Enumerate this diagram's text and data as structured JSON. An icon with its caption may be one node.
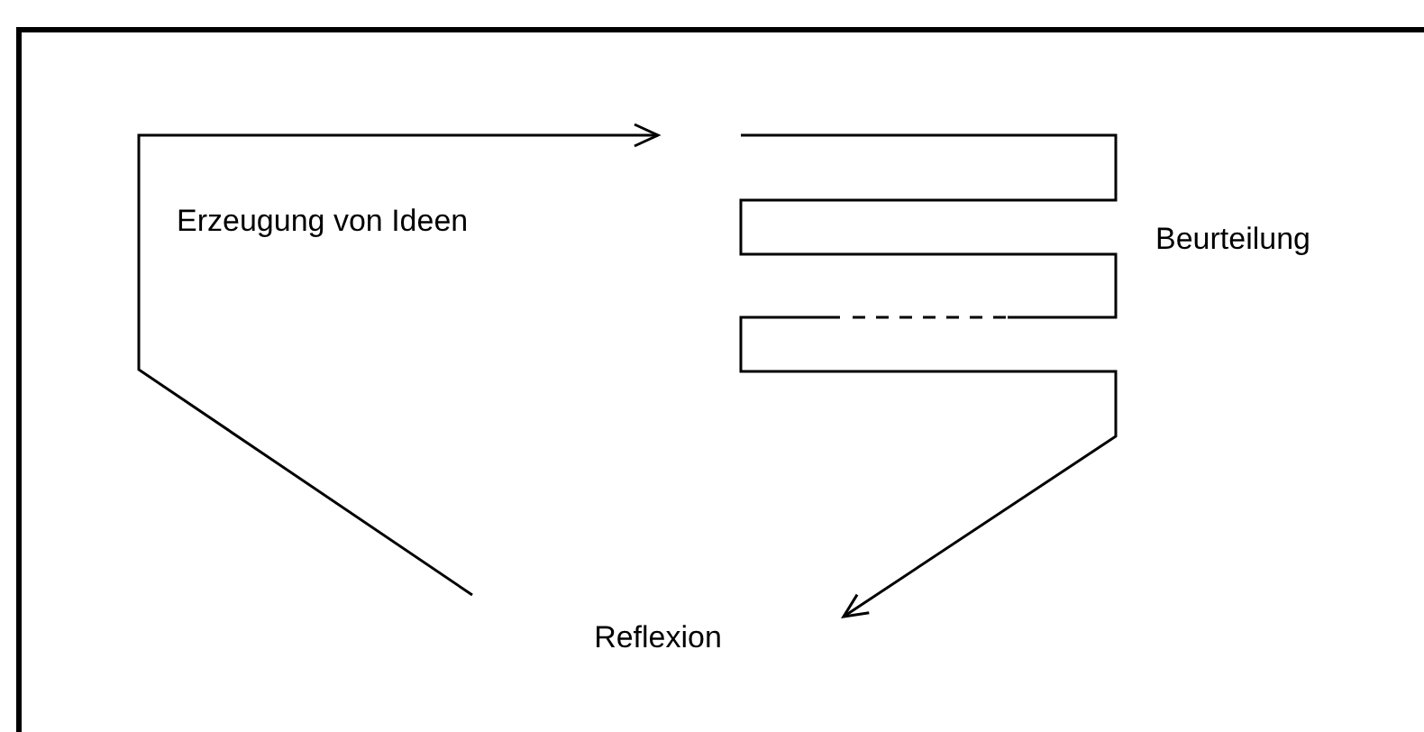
{
  "diagram": {
    "nodes": [
      {
        "text": [
          "Reflexion"
        ]
      },
      {
        "text": [],
        "shape": "zigzag",
        "beside": [
          "Beurteilung"
        ]
      }
    ],
    "edges": [
      {
        "from": 0,
        "to": 1,
        "arrow": "to",
        "label": "Erzeugung von Ideen"
      },
      {
        "from": 1,
        "to": 0,
        "arrow": "to"
      }
    ]
  }
}
